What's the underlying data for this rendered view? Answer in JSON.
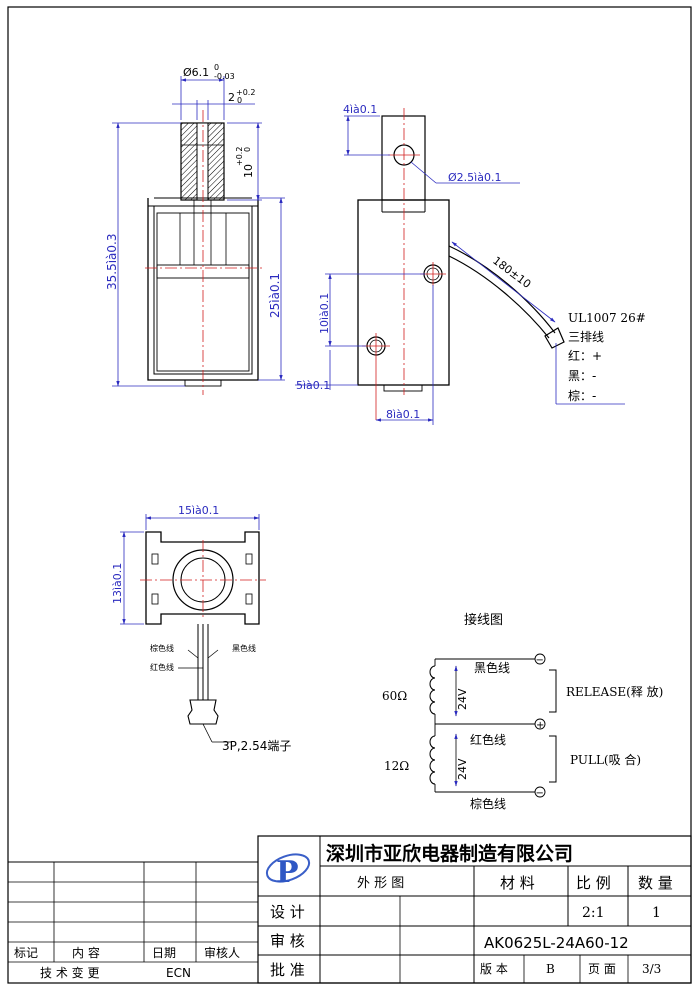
{
  "top_view": {
    "dim_shaft_dia": "Ø6.1",
    "dim_shaft_tol_top": "0",
    "dim_shaft_tol_bot": "-0.03",
    "dim_slot": "2",
    "dim_slot_tol_top": "+0.2",
    "dim_slot_tol_bot": "0",
    "dim_slot_depth": "10",
    "dim_slot_depth_tol": "+0.2",
    "dim_slot_depth_tol_bot": "0",
    "dim_total_length": "35.5ìà0.3",
    "dim_body_length": "25ìà0.1"
  },
  "side_view": {
    "dim_hole_offset": "4ìà0.1",
    "dim_hole_dia": "Ø2.5ìà0.1",
    "dim_cable_length": "180±10",
    "dim_hole_spacing": "10ìà0.1",
    "dim_bottom_offset": "5ìà0.1",
    "dim_hole_x": "8ìà0.1",
    "cable_spec": "UL1007  26#",
    "cable_type": "三排线",
    "wire_red": "红：+",
    "wire_black": "黑：-",
    "wire_brown": "棕：-"
  },
  "end_view": {
    "dim_width": "15ìà0.1",
    "dim_height": "13ìà0.1",
    "label_brown": "棕色线",
    "label_black": "黑色线",
    "label_red": "红色线",
    "label_connector": "3P,2.54端子"
  },
  "wiring": {
    "title": "接线图",
    "black_wire": "黑色线",
    "red_wire": "红色线",
    "brown_wire": "棕色线",
    "resistance_top": "60Ω",
    "resistance_bottom": "12Ω",
    "voltage_top": "24V",
    "voltage_bottom": "24V",
    "sym_minus_top": "−",
    "sym_plus": "+",
    "sym_minus_bottom": "−",
    "release_label": "RELEASE(释 放)",
    "pull_label": "PULL(吸 合)"
  },
  "title_block": {
    "logo_letter": "P",
    "company": "深圳市亚欣电器制造有限公司",
    "drawing_name": "外 形 图",
    "material_label": "材 料",
    "scale_label": "比 例",
    "quantity_label": "数 量",
    "design_label": "设 计",
    "check_label": "审 核",
    "approve_label": "批 准",
    "scale_value": "2:1",
    "quantity_value": "1",
    "part_number": "AK0625L-24A60-12",
    "version_label": "版 本",
    "version_value": "B",
    "page_label": "页 面",
    "page_value": "3/3",
    "rev_mark": "标记",
    "rev_content": "内    容",
    "rev_date": "日期",
    "rev_reviewer": "审核人",
    "tech_change": "技 术 变 更",
    "ecn": "ECN"
  }
}
